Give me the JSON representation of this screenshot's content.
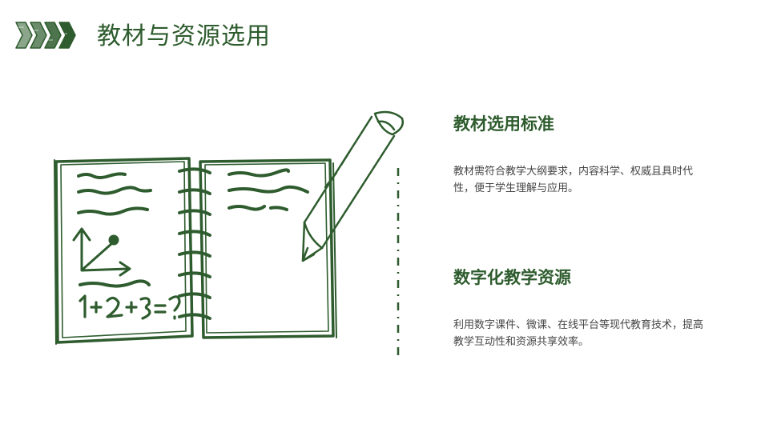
{
  "slide": {
    "title": "教材与资源选用",
    "colors": {
      "accent": "#2e5c2e",
      "text": "#444444",
      "background": "#ffffff"
    }
  },
  "icons": {
    "header": "chevron-arrows-icon",
    "illustration": "notebook-with-pencil-icon"
  },
  "sections": [
    {
      "heading": "教材选用标准",
      "body": "教材需符合教学大纲要求，内容科学、权威且具时代性，便于学生理解与应用。"
    },
    {
      "heading": "数字化教学资源",
      "body": "利用数字课件、微课、在线平台等现代教育技术，提高教学互动性和资源共享效率。"
    }
  ]
}
